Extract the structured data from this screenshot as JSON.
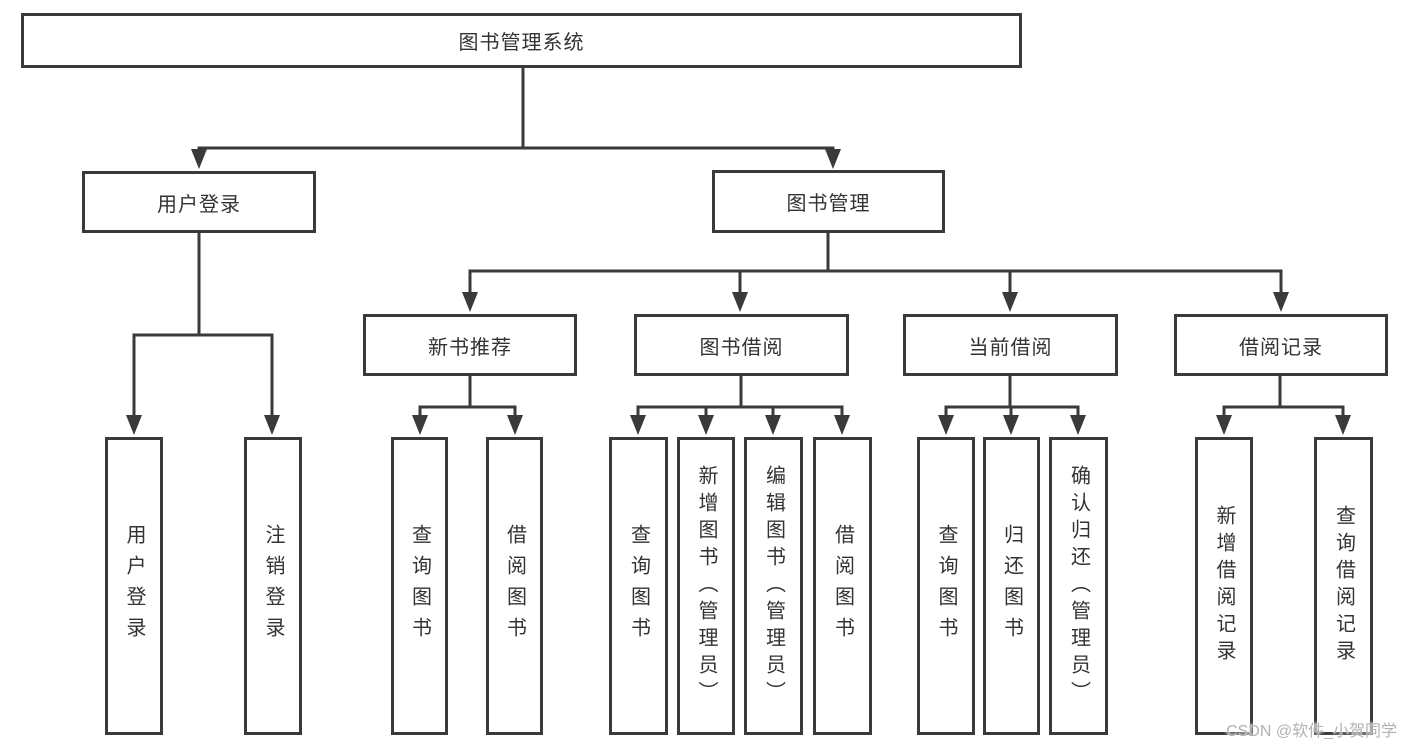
{
  "colors": {
    "line": "#3a3a3a",
    "box_border": "#3a3a3a",
    "box_background": "#ffffff",
    "text": "#333333",
    "watermark": "#b2b2b2",
    "page_background": "#ffffff"
  },
  "watermark": {
    "text": "CSDN @软件_小贺同学"
  },
  "nodes": {
    "root": {
      "label": "图书管理系统"
    },
    "login": {
      "label": "用户登录"
    },
    "mgmt": {
      "label": "图书管理"
    },
    "newbook": {
      "label": "新书推荐"
    },
    "borrow": {
      "label": "图书借阅"
    },
    "current": {
      "label": "当前借阅"
    },
    "record": {
      "label": "借阅记录"
    },
    "leaves": {
      "login_user": {
        "label": "用户登录"
      },
      "login_logout": {
        "label": "注销登录"
      },
      "newbook_query": {
        "label": "查询图书"
      },
      "newbook_borrow": {
        "label": "借阅图书"
      },
      "borrow_query": {
        "label": "查询图书"
      },
      "borrow_add": {
        "label": "新增图书（管理员）"
      },
      "borrow_edit": {
        "label": "编辑图书（管理员）"
      },
      "borrow_lend": {
        "label": "借阅图书"
      },
      "current_query": {
        "label": "查询图书"
      },
      "current_return": {
        "label": "归还图书"
      },
      "current_confirm": {
        "label": "确认归还（管理员）"
      },
      "record_add": {
        "label": "新增借阅记录"
      },
      "record_query": {
        "label": "查询借阅记录"
      }
    }
  },
  "structure": {
    "图书管理系统": [
      "用户登录",
      "图书管理"
    ],
    "用户登录": [
      "用户登录",
      "注销登录"
    ],
    "图书管理": [
      "新书推荐",
      "图书借阅",
      "当前借阅",
      "借阅记录"
    ],
    "新书推荐": [
      "查询图书",
      "借阅图书"
    ],
    "图书借阅": [
      "查询图书",
      "新增图书（管理员）",
      "编辑图书（管理员）",
      "借阅图书"
    ],
    "当前借阅": [
      "查询图书",
      "归还图书",
      "确认归还（管理员）"
    ],
    "借阅记录": [
      "新增借阅记录",
      "查询借阅记录"
    ]
  }
}
